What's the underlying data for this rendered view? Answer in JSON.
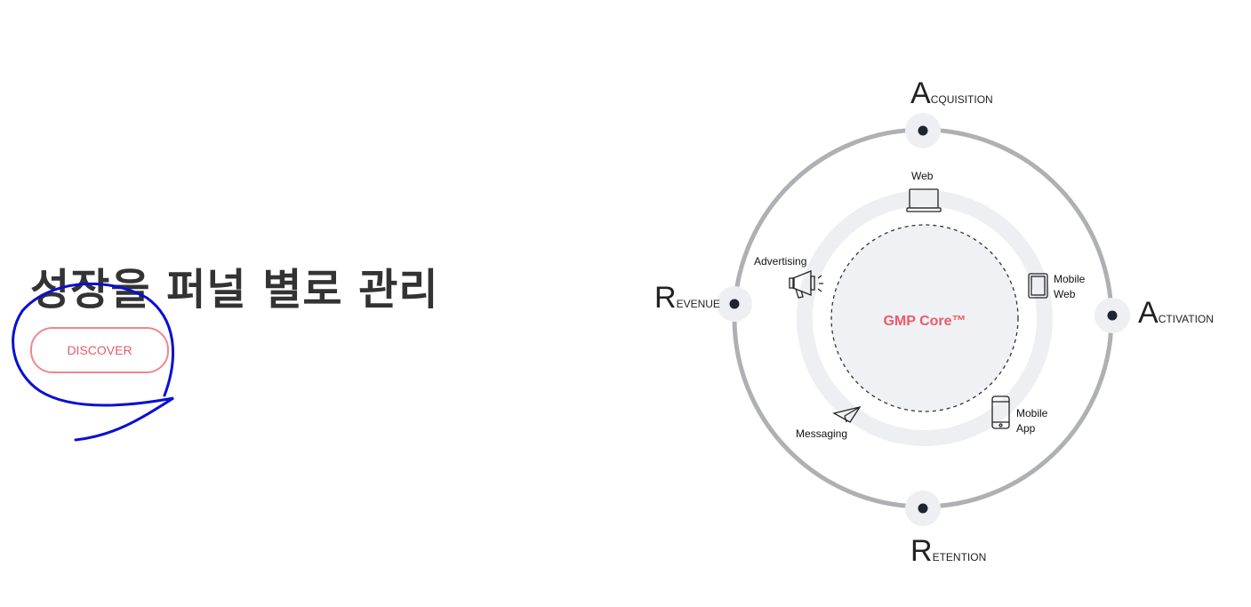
{
  "hero": {
    "title": "성장을 퍼널 별로 관리",
    "discover_label": "DISCOVER"
  },
  "diagram": {
    "core_label": "GMP Core™",
    "stages": {
      "top": "Acquisition",
      "right": "Activation",
      "bottom": "Retention",
      "left": "Revenue"
    },
    "channels": {
      "web": "Web",
      "mobile_web": [
        "Mobile",
        "Web"
      ],
      "mobile_app": [
        "Mobile",
        "App"
      ],
      "messaging": "Messaging",
      "advertising": "Advertising"
    }
  },
  "colors": {
    "accent": "#ee5a66",
    "ring": "#aeb0b3",
    "node": "#1f2530",
    "annotation": "#0a10d0"
  }
}
